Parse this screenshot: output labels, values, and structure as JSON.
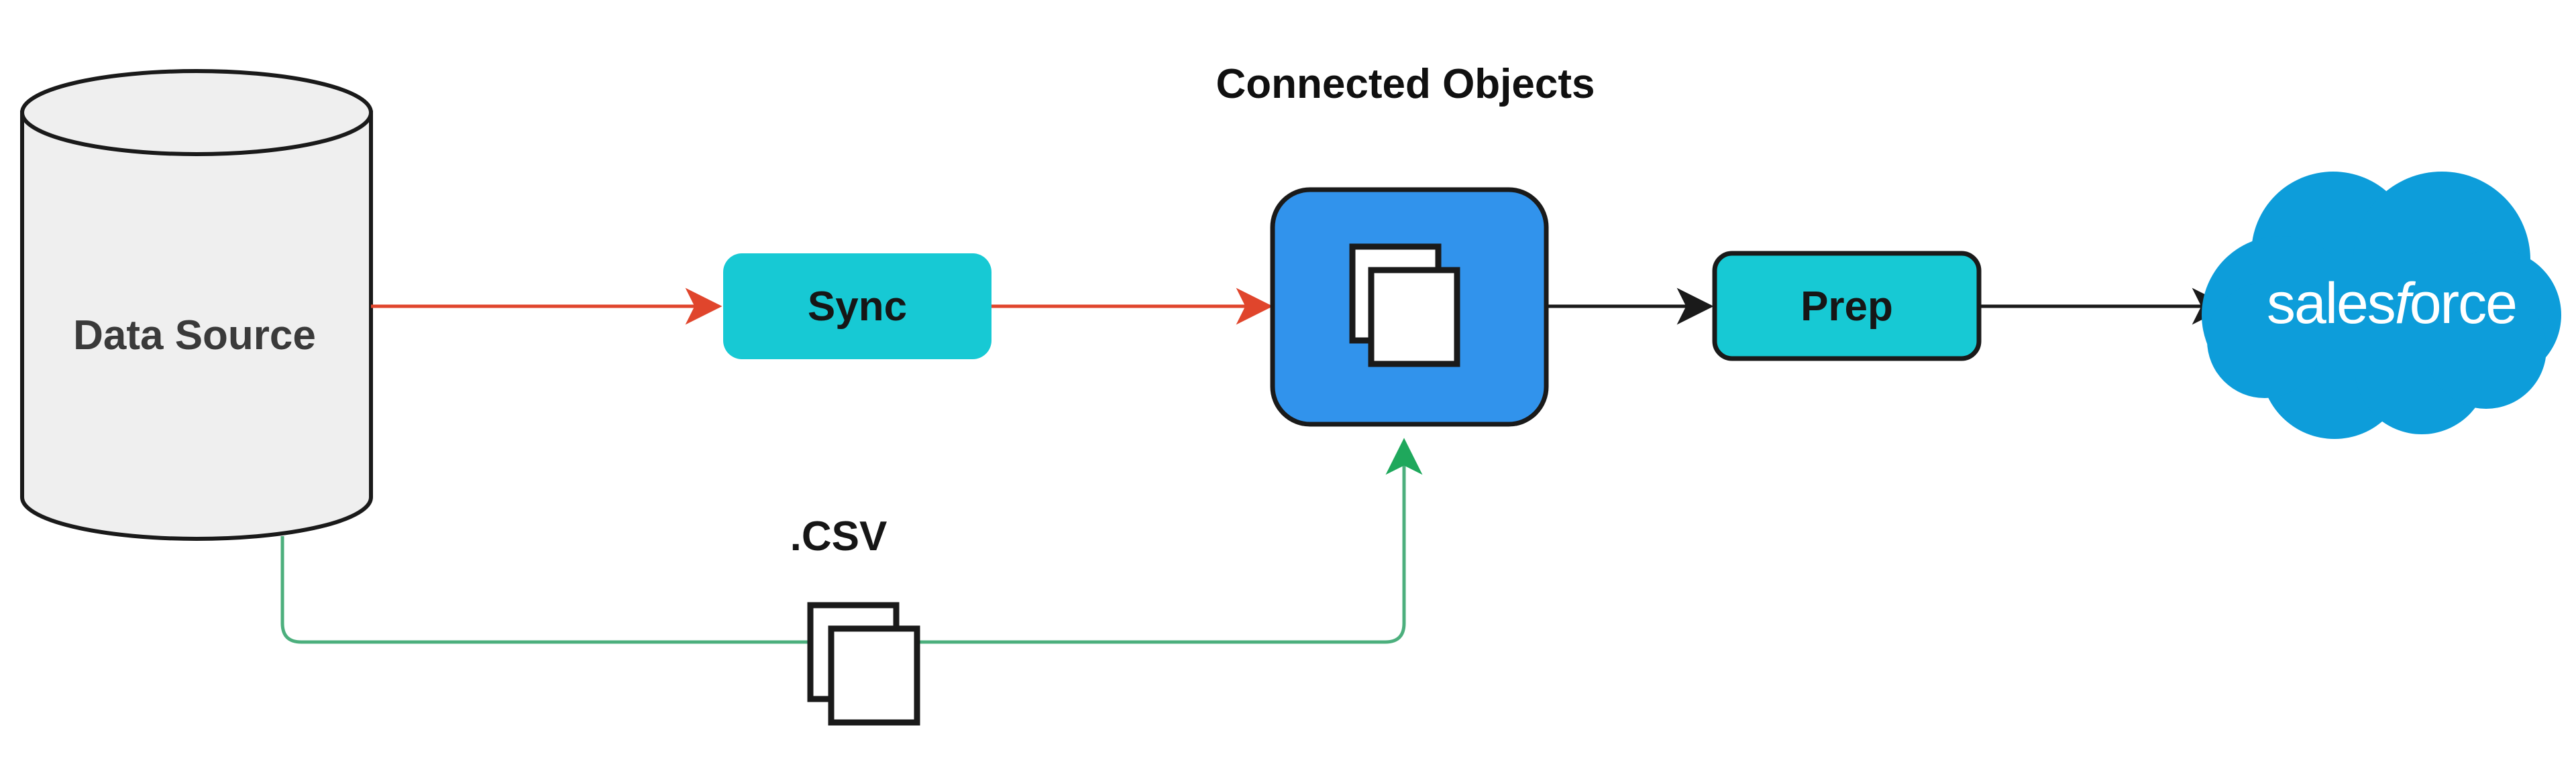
{
  "diagram": {
    "title": "Connected Objects",
    "background_color": "#ffffff",
    "nodes": {
      "data_source": {
        "label": "Data Source",
        "shape": "cylinder",
        "fill_color": "#EFEFEF",
        "stroke_color": "#1A1A1A",
        "text_color": "#3A3A3A"
      },
      "sync": {
        "label": "Sync",
        "shape": "rounded-rectangle",
        "fill_color": "#17C9D4",
        "stroke_color": "none",
        "text_color": "#161616"
      },
      "connected_objects": {
        "label": "",
        "icon_name": "documents-stack-icon",
        "shape": "rounded-square",
        "fill_color": "#3193EC",
        "stroke_color": "#1A1A1A",
        "icon_fill": "#FFFFFF",
        "icon_stroke": "#1A1A1A"
      },
      "prep": {
        "label": "Prep",
        "shape": "rounded-rectangle",
        "fill_color": "#17C9D4",
        "stroke_color": "#1A1A1A",
        "text_color": "#161616"
      },
      "salesforce": {
        "label": "salesforce",
        "label_plain": "sales",
        "label_italic": "f",
        "label_tail": "orce",
        "shape": "cloud",
        "fill_color": "#0D9DDA",
        "text_color": "#FFFFFF"
      },
      "csv_files": {
        "label": ".CSV",
        "icon_name": "documents-stack-icon",
        "fill_color": "#FFFFFF",
        "stroke_color": "#1A1A1A",
        "text_color": "#161616"
      }
    },
    "edges": [
      {
        "name": "data-source-to-sync",
        "from": "data_source",
        "to": "sync",
        "color": "#E0452C",
        "arrowhead": true,
        "style": "straight"
      },
      {
        "name": "sync-to-connected-objects",
        "from": "sync",
        "to": "connected_objects",
        "color": "#E0452C",
        "arrowhead": true,
        "style": "straight"
      },
      {
        "name": "connected-objects-to-prep",
        "from": "connected_objects",
        "to": "prep",
        "color": "#1A1A1A",
        "arrowhead": true,
        "style": "straight"
      },
      {
        "name": "prep-to-salesforce",
        "from": "prep",
        "to": "salesforce",
        "color": "#1A1A1A",
        "arrowhead": true,
        "style": "straight"
      },
      {
        "name": "data-source-to-connected-objects-csv",
        "from": "data_source",
        "to": "connected_objects",
        "color": "#4CAF7D",
        "arrowhead": true,
        "style": "orthogonal",
        "via_label": ".CSV"
      }
    ]
  }
}
